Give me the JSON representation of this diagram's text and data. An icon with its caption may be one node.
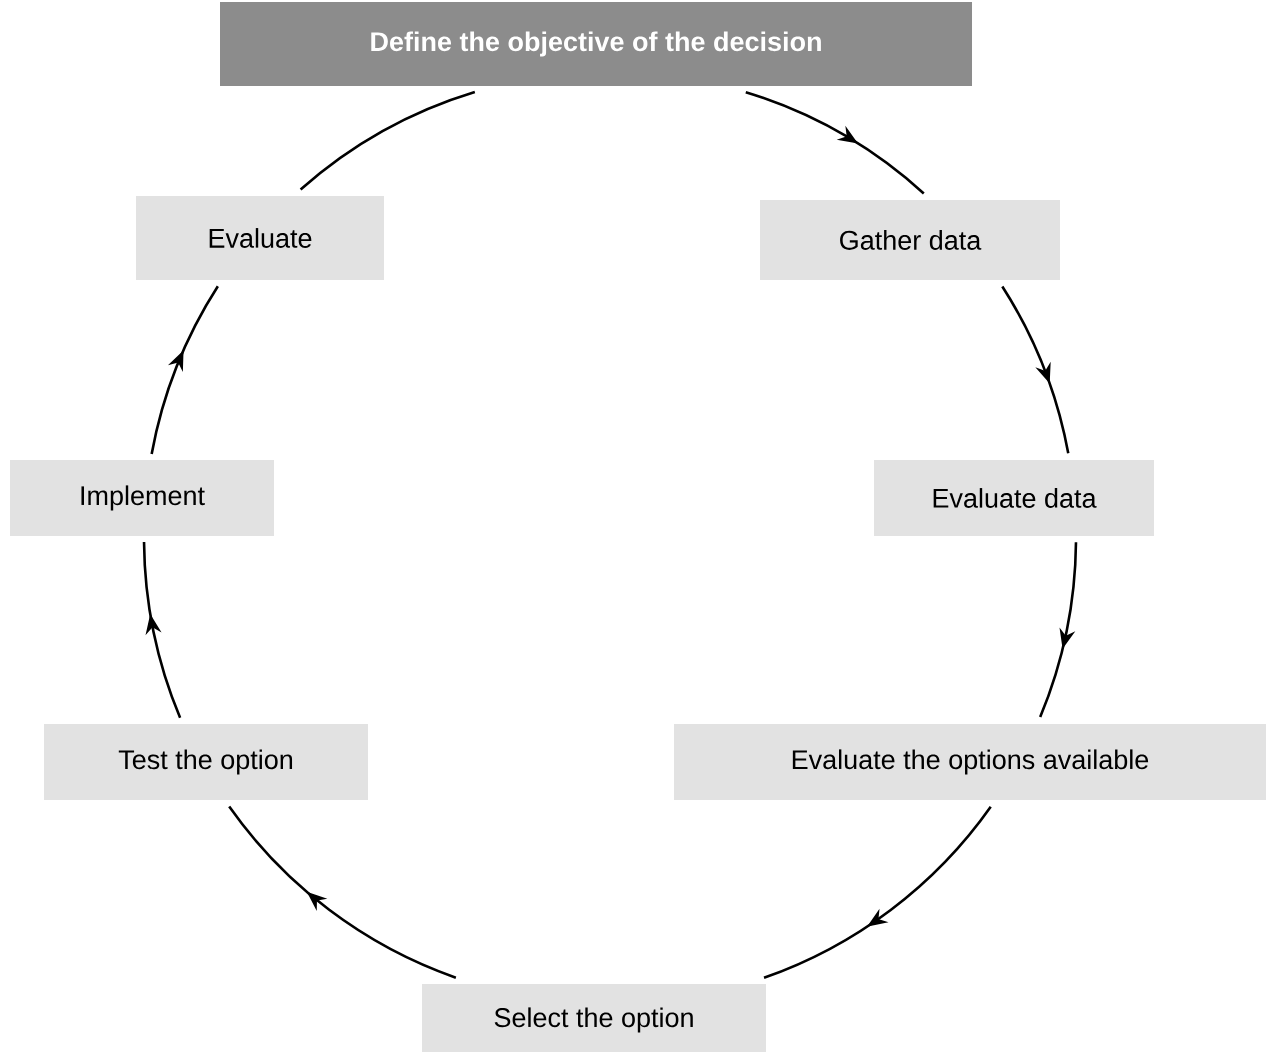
{
  "diagram": {
    "nodes": [
      {
        "text": [
          "Define the objective of the decision"
        ]
      },
      {
        "text": [
          "Gather data"
        ]
      },
      {
        "text": [
          "Evaluate data"
        ]
      },
      {
        "text": [
          "Evaluate the options available"
        ]
      },
      {
        "text": [
          "Select the option"
        ]
      },
      {
        "text": [
          "Test the option"
        ]
      },
      {
        "text": [
          "Implement"
        ]
      },
      {
        "text": [
          "Evaluate"
        ]
      }
    ],
    "edges": [
      {
        "from": 0,
        "to": 1,
        "arrow": "to"
      },
      {
        "from": 1,
        "to": 2,
        "arrow": "to"
      },
      {
        "from": 2,
        "to": 3,
        "arrow": "to"
      },
      {
        "from": 3,
        "to": 4,
        "arrow": "to"
      },
      {
        "from": 4,
        "to": 5,
        "arrow": "to"
      },
      {
        "from": 5,
        "to": 6,
        "arrow": "to"
      },
      {
        "from": 6,
        "to": 7,
        "arrow": "to"
      },
      {
        "from": 7,
        "to": 0,
        "arrow": "none"
      }
    ]
  }
}
